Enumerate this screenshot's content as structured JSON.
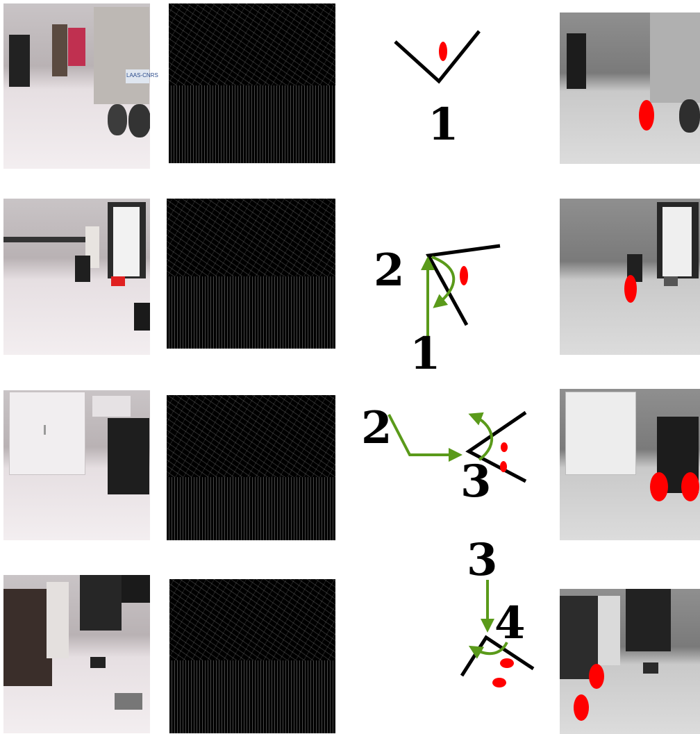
{
  "figure": {
    "rows": [
      {
        "step_labels": [
          "1"
        ]
      },
      {
        "step_labels": [
          "2",
          "1"
        ]
      },
      {
        "step_labels": [
          "2",
          "3"
        ]
      },
      {
        "step_labels": [
          "3",
          "4"
        ]
      }
    ],
    "robot_label": "LAAS-CNRS"
  },
  "colors": {
    "obstacle_marker": "#ff0000",
    "path_arrow": "#5a9a1a",
    "sensor_line": "#000000"
  },
  "icons": {
    "obstacle": "red-ellipse",
    "path": "green-arrow",
    "laser": "black-polyline"
  }
}
